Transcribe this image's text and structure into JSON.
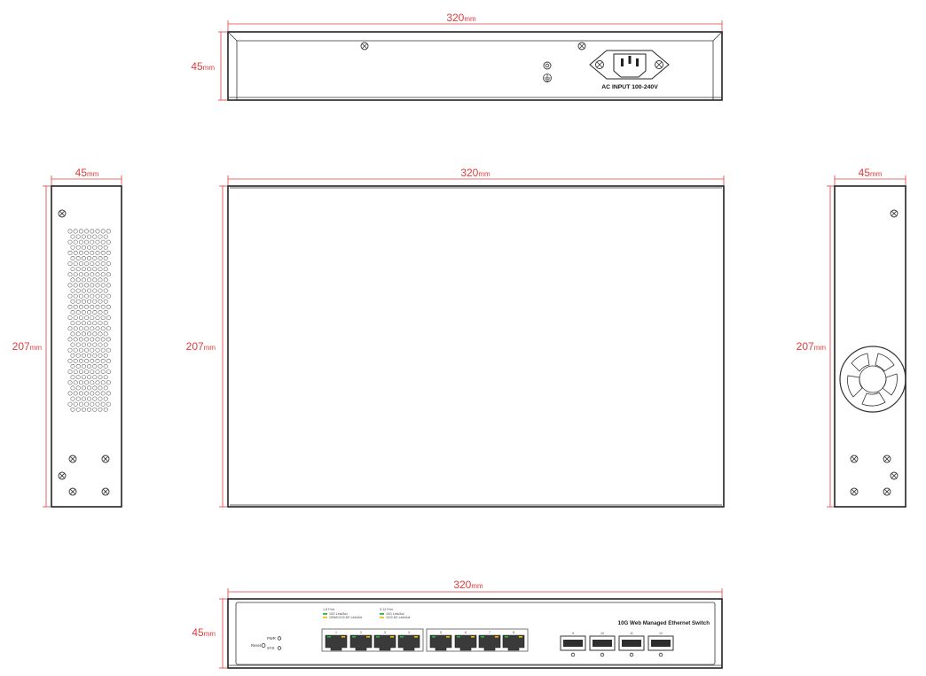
{
  "dimensions": {
    "rear_width": "320",
    "rear_height": "45",
    "left_width": "45",
    "left_depth": "207",
    "top_width": "320",
    "top_depth": "207",
    "right_width": "45",
    "right_depth": "207",
    "front_width": "320",
    "front_height": "45",
    "unit": "mm"
  },
  "rear_panel": {
    "power_label": "AC INPUT 100-240V"
  },
  "front_panel": {
    "product_name": "10G Web Managed Ethernet Switch",
    "reset_label": "Reset",
    "pwr_label": "PWR",
    "sys_label": "SYS",
    "legend_group1": {
      "title": "1-8 Port",
      "green_text": "10G Link/Act",
      "yellow_text": "100M/1G/2.5G Link/Act"
    },
    "legend_group2": {
      "title": "9-12 Port",
      "green_text": "10G Link/Act",
      "yellow_text": "1G/2.5G Link/Act"
    },
    "rj45_port_numbers": [
      "1",
      "2",
      "3",
      "4",
      "5",
      "6",
      "7",
      "8"
    ],
    "sfp_port_numbers": [
      "9",
      "10",
      "11",
      "12"
    ]
  },
  "colors": {
    "dimension": "#e23b3b",
    "outline": "#222222",
    "led_green": "#2bb24c",
    "led_yellow": "#f2c200"
  }
}
